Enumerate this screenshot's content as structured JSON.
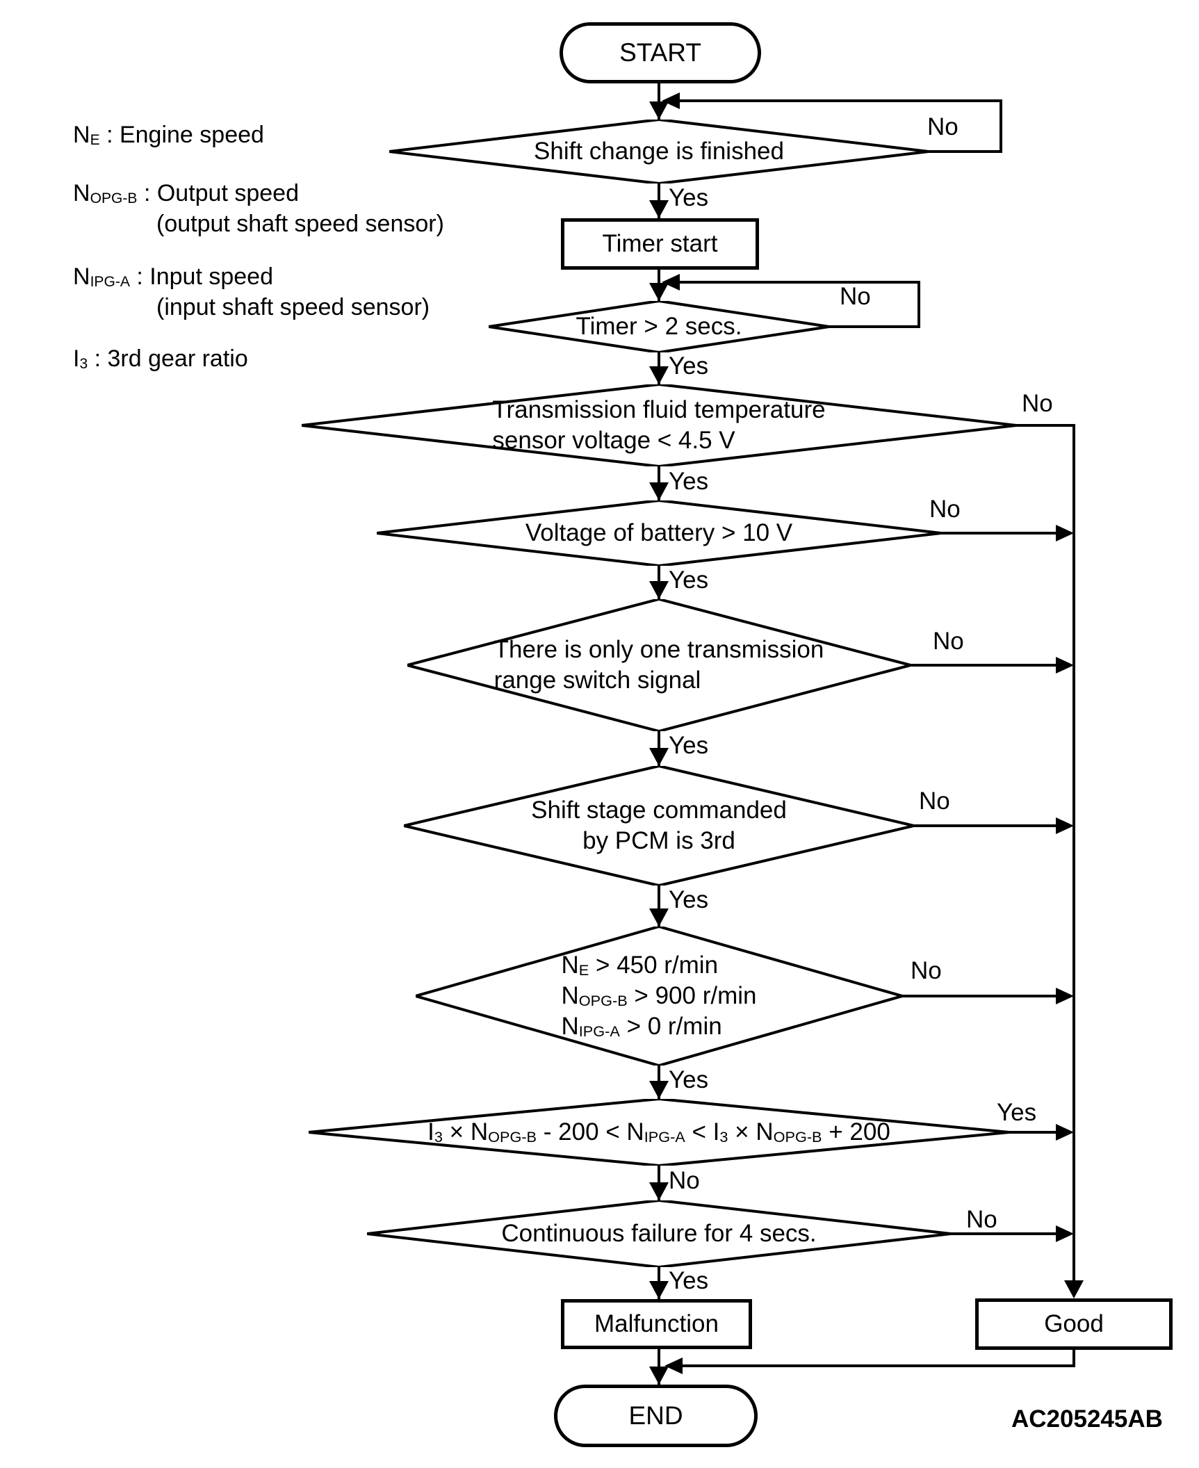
{
  "colors": {
    "ink": "#000000",
    "background": "#ffffff"
  },
  "figure_code": "AC205245AB",
  "legend": {
    "items": [
      {
        "lines": [
          [
            "N",
            {
              "sub": "E"
            },
            " : Engine speed"
          ]
        ]
      },
      {
        "lines": [
          [
            "N",
            {
              "sub": "OPG-B"
            },
            " : Output speed"
          ],
          [
            "(output shaft speed sensor)"
          ]
        ]
      },
      {
        "lines": [
          [
            "N",
            {
              "sub": "IPG-A"
            },
            " : Input speed"
          ],
          [
            "(input shaft speed sensor)"
          ]
        ]
      },
      {
        "lines": [
          [
            "I",
            {
              "sub": "3"
            },
            " : 3rd gear ratio"
          ]
        ]
      }
    ]
  },
  "nodes": {
    "start": {
      "label": "START"
    },
    "d1": {
      "lines": [
        [
          "Shift change is finished"
        ]
      ]
    },
    "timer": {
      "label": "Timer start"
    },
    "d2": {
      "lines": [
        [
          "Timer > 2 secs."
        ]
      ]
    },
    "d3": {
      "lines": [
        [
          "Transmission fluid temperature"
        ],
        [
          "sensor voltage < 4.5 V"
        ]
      ]
    },
    "d4": {
      "lines": [
        [
          "Voltage of battery > 10 V"
        ]
      ]
    },
    "d5": {
      "lines": [
        [
          "There is only one transmission"
        ],
        [
          "range switch signal"
        ]
      ]
    },
    "d6": {
      "lines": [
        [
          "Shift stage commanded"
        ],
        [
          "by PCM is 3rd"
        ]
      ]
    },
    "d7": {
      "lines": [
        [
          "N",
          {
            "sub": "E"
          },
          " > 450 r/min"
        ],
        [
          "N",
          {
            "sub": "OPG-B"
          },
          " > 900 r/min"
        ],
        [
          "N",
          {
            "sub": "IPG-A"
          },
          " > 0 r/min"
        ]
      ]
    },
    "d8": {
      "lines": [
        [
          "I",
          {
            "sub": "3"
          },
          " × N",
          {
            "sub": "OPG-B"
          },
          " - 200 < N",
          {
            "sub": "IPG-A"
          },
          " < I",
          {
            "sub": "3"
          },
          " × N",
          {
            "sub": "OPG-B"
          },
          " + 200"
        ]
      ]
    },
    "d9": {
      "lines": [
        [
          "Continuous failure for 4 secs."
        ]
      ]
    },
    "malfunction": {
      "label": "Malfunction"
    },
    "good": {
      "label": "Good"
    },
    "end": {
      "label": "END"
    }
  },
  "branches": {
    "d1": {
      "yes": "Yes",
      "no": "No"
    },
    "d2": {
      "yes": "Yes",
      "no": "No"
    },
    "d3": {
      "yes": "Yes",
      "no": "No"
    },
    "d4": {
      "yes": "Yes",
      "no": "No"
    },
    "d5": {
      "yes": "Yes",
      "no": "No"
    },
    "d6": {
      "yes": "Yes",
      "no": "No"
    },
    "d7": {
      "yes": "Yes",
      "no": "No"
    },
    "d8": {
      "yes": "Yes",
      "no": "No"
    },
    "d9": {
      "yes": "Yes",
      "no": "No"
    }
  }
}
